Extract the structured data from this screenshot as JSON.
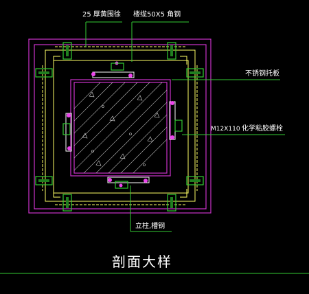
{
  "drawing": {
    "title": "剖面大样",
    "labels": {
      "marble_finish": "25 厚黄围徐",
      "angle_steel": "楼缆50X5  角钢",
      "stainless_bracket": "不锈钢托板",
      "bolt_size": "M12X110",
      "chemical_anchor": "化学粘胶螺栓",
      "column_channel": "立柱,槽钢"
    }
  },
  "colors": {
    "background": "#000000",
    "outer_cladding": "#cc33cc",
    "frame_yellow": "#ffff66",
    "green_clips": "#33cc33",
    "leader_lines": "#33cc33",
    "column": "#cc33cc",
    "hatch": "#dddddd",
    "text": "#ffffff"
  }
}
